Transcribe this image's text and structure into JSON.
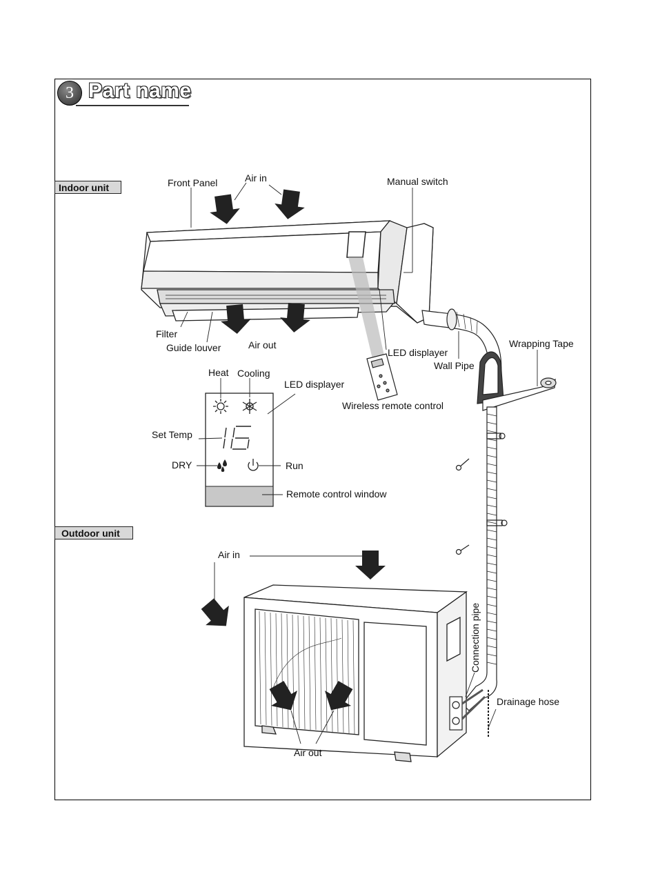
{
  "section": {
    "number": "3",
    "title": "Part name"
  },
  "tags": {
    "indoor": "Indoor unit",
    "outdoor": "Outdoor unit"
  },
  "indoor_labels": {
    "front_panel": "Front Panel",
    "air_in": "Air in",
    "manual_switch": "Manual switch",
    "filter": "Filter",
    "guide_louver": "Guide louver",
    "air_out": "Air out",
    "led_displayer": "LED displayer",
    "wall_pipe": "Wall Pipe",
    "wrapping_tape": "Wrapping Tape",
    "wireless_remote": "Wireless remote control"
  },
  "display_panel": {
    "heat": "Heat",
    "cooling": "Cooling",
    "led_displayer": "LED displayer",
    "set_temp": "Set Temp",
    "temp_value": "16",
    "dry": "DRY",
    "run": "Run",
    "remote_window": "Remote control window"
  },
  "outdoor_labels": {
    "air_in": "Air in",
    "air_out": "Air out",
    "connection_pipe": "Connection pipe",
    "drainage_hose": "Drainage hose"
  }
}
